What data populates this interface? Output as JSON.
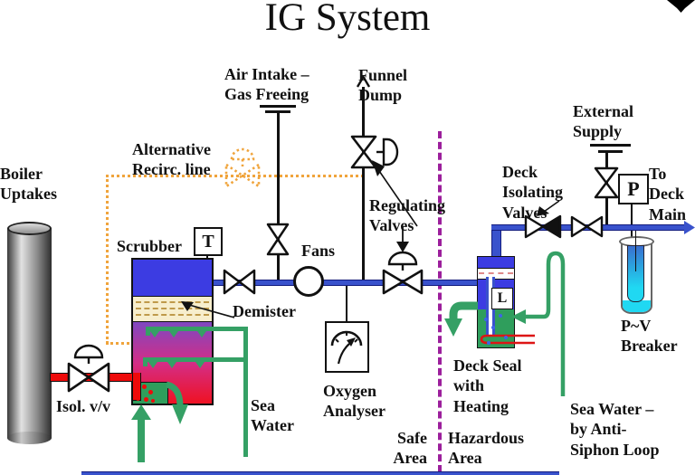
{
  "title": "IG System",
  "colors": {
    "pipe-blue": "#3952cc",
    "pipe-blue-dark": "#131c7e",
    "pipe-red": "#ee0a0a",
    "sea-green": "#35a065",
    "recirc-orange": "#f0a43c",
    "boundary-purple": "#9c1f9c",
    "scrubber-blue": "#3c3ce2",
    "demister-tan": "#f7eecd",
    "demister-dash": "#bf9a4a",
    "water-green": "#2f9e5c",
    "pv-cyan": "#20d8f2",
    "heater-red": "#dd1515"
  },
  "labels": {
    "boiler_uptakes": "Boiler\nUptakes",
    "alt_recirc": "Alternative\nRecirc. line",
    "air_intake": "Air Intake –\nGas Freeing",
    "funnel_dump": "Funnel\nDump",
    "regulating_valves": "Regulating\nValves",
    "external_supply": "External\nSupply",
    "deck_isolating_valves": "Deck\nIsolating\nValves",
    "to_deck_main": "To\nDeck\nMain",
    "scrubber": "Scrubber",
    "demister": "Demister",
    "isolating_valve": "Isol. v/v",
    "sea_water": "Sea\nWater",
    "fans": "Fans",
    "oxygen_analyser": "Oxygen\nAnalyser",
    "deck_seal": "Deck Seal\nwith\nHeating",
    "sea_water_loop": "Sea Water –\nby Anti-\nSiphon Loop",
    "pv_breaker": "P~V\nBreaker",
    "safe_area": "Safe\nArea",
    "hazardous_area": "Hazardous\nArea"
  },
  "sensors": {
    "temperature": "T",
    "pressure": "P",
    "level": "L"
  }
}
